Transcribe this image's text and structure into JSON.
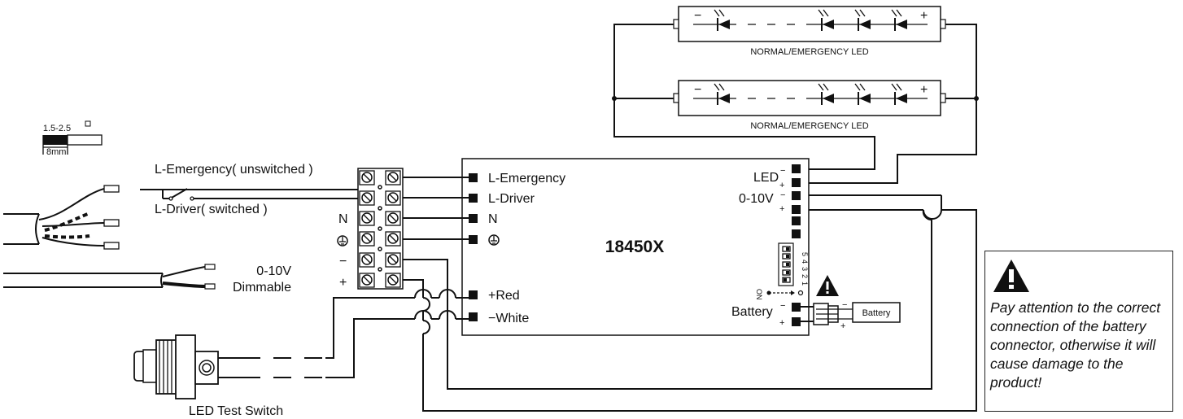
{
  "module": {
    "model": "18450X"
  },
  "led_lamps": [
    {
      "label": "NORMAL/EMERGENCY LED",
      "minus": "−",
      "plus": "+"
    },
    {
      "label": "NORMAL/EMERGENCY LED",
      "minus": "−",
      "plus": "+"
    }
  ],
  "wire_spec": {
    "gauge": "1.5-2.5",
    "strip": "8mm"
  },
  "input_labels": {
    "l_emergency": "L-Emergency( unswitched )",
    "l_driver": "L-Driver( switched )",
    "n": "N",
    "minus": "−",
    "plus": "+",
    "dim_line1": "0-10V",
    "dim_line2": "Dimmable"
  },
  "module_terminals_left": {
    "l_emergency": "L-Emergency",
    "l_driver": "L-Driver",
    "n": "N",
    "red": "+Red",
    "white": "−White"
  },
  "module_terminals_right": {
    "led": "LED",
    "dim": "0-10V",
    "battery": "Battery",
    "minus": "−",
    "plus": "+"
  },
  "dip_switch": {
    "on_label": "ON",
    "numbers": [
      "1",
      "2",
      "3",
      "4",
      "5"
    ]
  },
  "battery": {
    "label": "Battery",
    "minus": "−",
    "plus": "+"
  },
  "test_switch": {
    "label": "LED Test Switch"
  },
  "warning": {
    "text": "Pay attention to the correct connection of the battery connector, otherwise it will cause damage to the product!"
  }
}
